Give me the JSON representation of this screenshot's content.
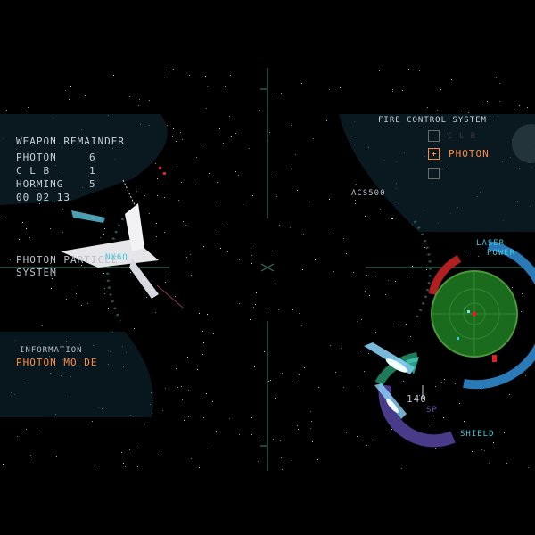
{
  "weapon_remainder": {
    "title": "WEAPON REMAINDER",
    "rows": [
      {
        "name": "PHOTON",
        "count": "6"
      },
      {
        "name": "C L B",
        "count": "1"
      },
      {
        "name": "HORMING",
        "count": "5"
      }
    ],
    "timer": "00 02 13"
  },
  "fire_control": {
    "title": "FIRE CONTROL SYSTEM",
    "options": [
      {
        "label": "C L B",
        "selected": false
      },
      {
        "label": "PHOTON",
        "selected": true
      },
      {
        "label": "",
        "selected": false
      }
    ]
  },
  "target_tag": "ACS500",
  "photon_system": {
    "line1": "PHOTON PARTICLE",
    "line2": "SYSTEM"
  },
  "enemy_tag": "NX6Q",
  "information": {
    "title": "INFORMATION",
    "mode": "PHOTON MO DE"
  },
  "laser_power": {
    "line1": "LASER",
    "line2": "POWER"
  },
  "shield": {
    "label": "SHIELD",
    "value": "140",
    "sub": "SP"
  },
  "colors": {
    "hud_cyan": "#3cc8d8",
    "hud_orange": "#ff8a3c",
    "crosshair_green": "#2e5a48",
    "radar_green": "#1f7a24",
    "shield_purple": "#4a3a8a"
  },
  "icons": [
    "lock-icon",
    "target-icon",
    "missile-icon",
    "radar-icon"
  ]
}
